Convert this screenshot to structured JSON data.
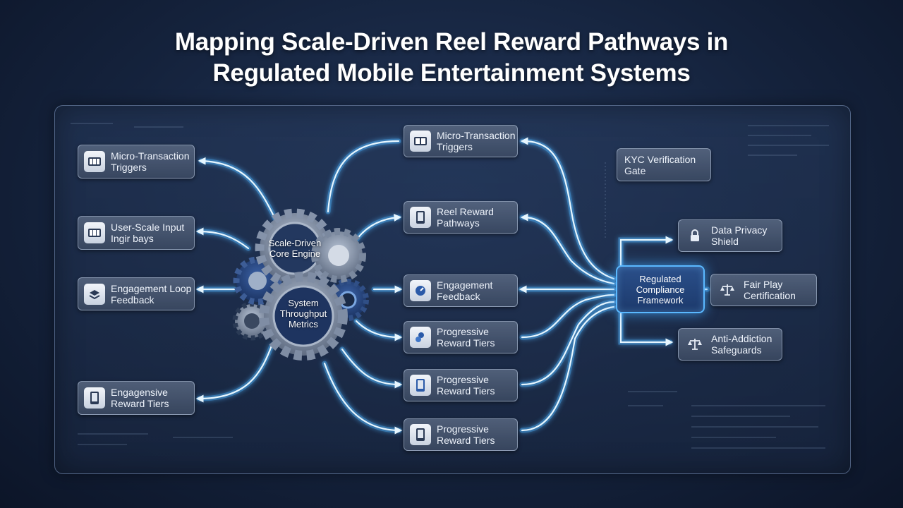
{
  "title": {
    "line1": "Mapping Scale-Driven Reel Reward Pathways in",
    "line2": "Regulated Mobile Entertainment Systems"
  },
  "core": {
    "engine": {
      "line1": "Scale-Driven",
      "line2": "Core Engine"
    },
    "metrics": {
      "line1": "System",
      "line2": "Throughput",
      "line3": "Metrics"
    }
  },
  "left_nodes": [
    {
      "line1": "Micro-Transaction",
      "line2": "Triggers",
      "icon": "reel-icon"
    },
    {
      "line1": "User-Scale Input",
      "line2": "Ingir bays",
      "icon": "reel-icon"
    },
    {
      "line1": "Engagement Loop",
      "line2": "Feedback",
      "icon": "loop-icon"
    },
    {
      "line1": "Engagensive",
      "line2": "Reward Tiers",
      "icon": "mobile-icon"
    }
  ],
  "center_nodes": [
    {
      "line1": "Micro-Transaction",
      "line2": "Triggers",
      "icon": "reel-icon"
    },
    {
      "line1": "Reel Reward",
      "line2": "Pathways",
      "icon": "mobile-icon"
    },
    {
      "line1": "Engagement",
      "line2": "Feedback",
      "icon": "gauge-icon"
    },
    {
      "line1": "Progressive",
      "line2": "Reward Tiers",
      "icon": "tier-icon"
    },
    {
      "line1": "Progressive",
      "line2": "Reward Tiers",
      "icon": "mobile-icon"
    },
    {
      "line1": "Progressive",
      "line2": "Reward Tiers",
      "icon": "mobile-icon"
    }
  ],
  "hub": {
    "line1": "Regulated",
    "line2": "Compliance",
    "line3": "Framework"
  },
  "right_nodes": {
    "kyc": {
      "line1": "KYC Verification",
      "line2": "Gate"
    },
    "privacy": {
      "line1": "Data Privacy",
      "line2": "Shield",
      "icon": "lock-icon"
    },
    "fairplay": {
      "line1": "Fair Play",
      "line2": "Certification",
      "icon": "scales-icon"
    },
    "antiaddiction": {
      "line1": "Anti-Addiction",
      "line2": "Safeguards",
      "icon": "scales-icon"
    }
  },
  "colors": {
    "glow": "#4fb4ff",
    "wire_core": "#e6f6ff",
    "hub_border": "#5ab8ff"
  }
}
